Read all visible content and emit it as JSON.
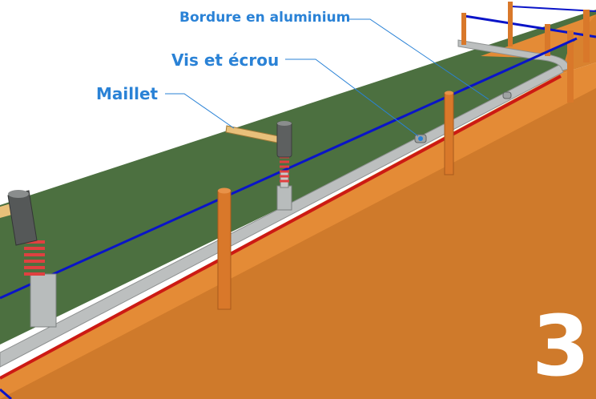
{
  "labels": {
    "bordure": "Bordure en aluminium",
    "vis": "Vis et écrou",
    "maillet": "Maillet"
  },
  "step_number": "3",
  "colors": {
    "lawn": "#4c7040",
    "soil": "#d07b2c",
    "trench_wall": "#e48b35",
    "edging": "#b9bcbc",
    "string_line": "#0a14c8",
    "base_line": "#cc1a14",
    "stake": "#d9782a",
    "callout_text": "#2a82d6",
    "mallet_spring": "#e04040"
  },
  "icons": [
    "mallet-icon",
    "screw-nut-icon",
    "wooden-stake-icon",
    "aluminium-edging-icon"
  ]
}
